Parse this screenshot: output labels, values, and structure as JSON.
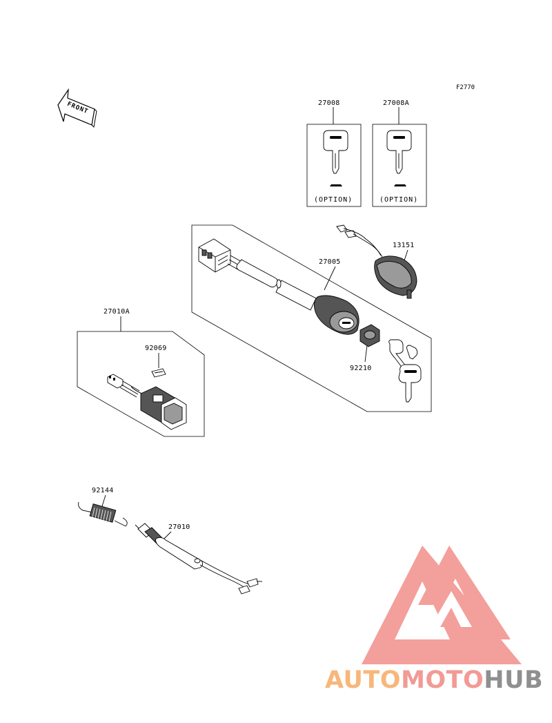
{
  "figure_code": "F2770",
  "front_arrow": {
    "label": "FRONT"
  },
  "parts": [
    {
      "number": "27008",
      "note": "(OPTION)"
    },
    {
      "number": "27008A",
      "note": "(OPTION)"
    },
    {
      "number": "13151"
    },
    {
      "number": "27005"
    },
    {
      "number": "92210"
    },
    {
      "number": "27010A"
    },
    {
      "number": "92069"
    },
    {
      "number": "92144"
    },
    {
      "number": "27010"
    }
  ],
  "watermark": {
    "word_1": "AUTO",
    "word_2": "MOTO",
    "word_3": "HUB",
    "colors": {
      "auto": "#f7b77a",
      "moto": "#f29a95",
      "hub": "#8f8f8f",
      "logo": "#f39a96"
    }
  }
}
